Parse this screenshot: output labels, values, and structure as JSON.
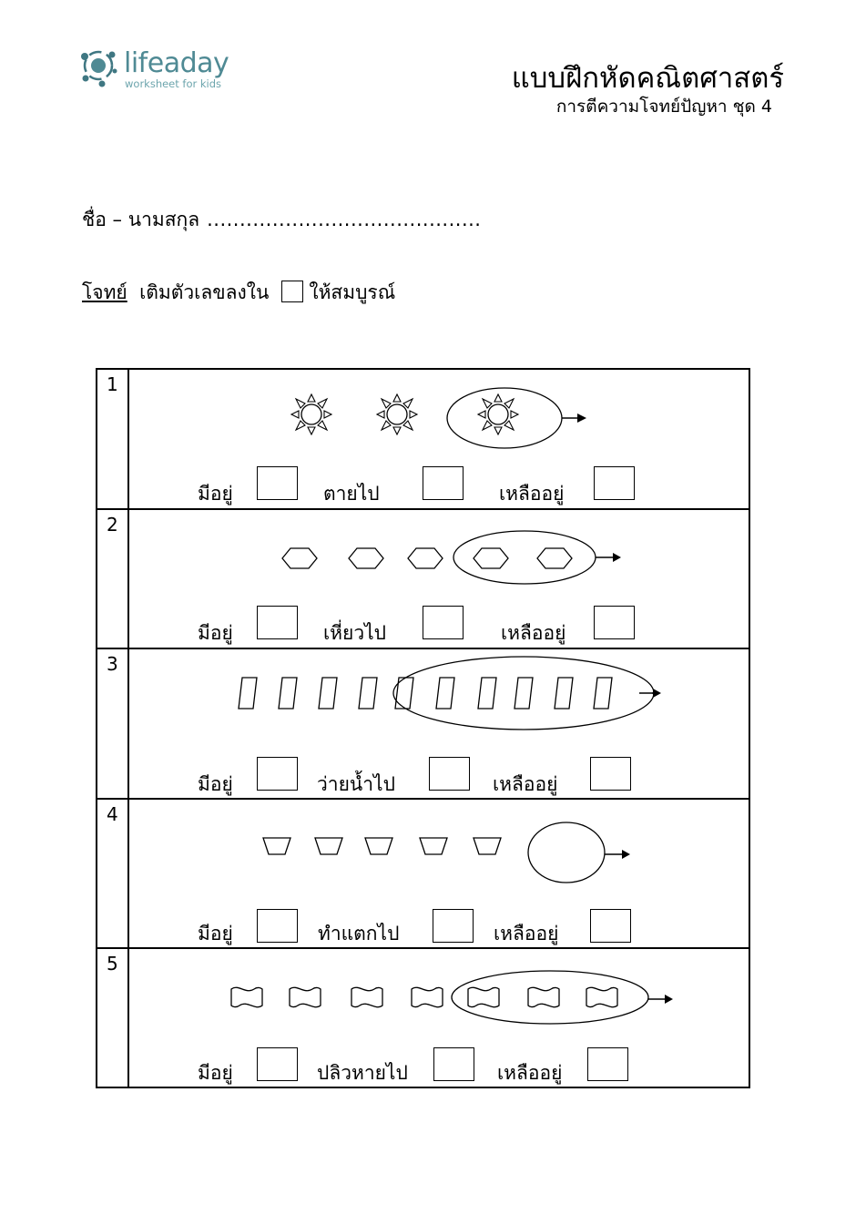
{
  "logo": {
    "word": "lifeaday",
    "tagline": "worksheet for kids",
    "colors": {
      "primary": "#4f8a94",
      "accent": "#6da5ad",
      "dot": "#3f7782"
    }
  },
  "header": {
    "title": "แบบฝึกหัดคณิตศาสตร์",
    "subtitle": "การตีความโจทย์ปัญหา  ชุด 4"
  },
  "name_line": {
    "label": "ชื่อ – นามสกุล",
    "dots": ".........................................."
  },
  "instruction": {
    "head": "โจทย์",
    "before_box": "เติมตัวเลขลงใน",
    "after_box": "ให้สมบูรณ์"
  },
  "problems": [
    {
      "number": "1",
      "item_icon": "sun-icon",
      "total_items": 3,
      "circled_items": 1,
      "labels": [
        "มีอยู่",
        "ตายไป",
        "เหลืออยู่"
      ]
    },
    {
      "number": "2",
      "item_icon": "hexagon-icon",
      "total_items": 5,
      "circled_items": 2,
      "labels": [
        "มีอยู่",
        "เหี่ยวไป",
        "เหลืออยู่"
      ]
    },
    {
      "number": "3",
      "item_icon": "slanted-rectangle-icon",
      "total_items": 10,
      "circled_items": 6,
      "labels": [
        "มีอยู่",
        "ว่ายน้ำไป",
        "เหลืออยู่"
      ]
    },
    {
      "number": "4",
      "item_icon": "cup-icon",
      "total_items": 5,
      "circled_items": 0,
      "labels": [
        "มีอยู่",
        "ทำแตกไป",
        "เหลืออยู่"
      ]
    },
    {
      "number": "5",
      "item_icon": "flag-icon",
      "total_items": 7,
      "circled_items": 3,
      "labels": [
        "มีอยู่",
        "ปลิวหายไป",
        "เหลืออยู่"
      ]
    }
  ]
}
